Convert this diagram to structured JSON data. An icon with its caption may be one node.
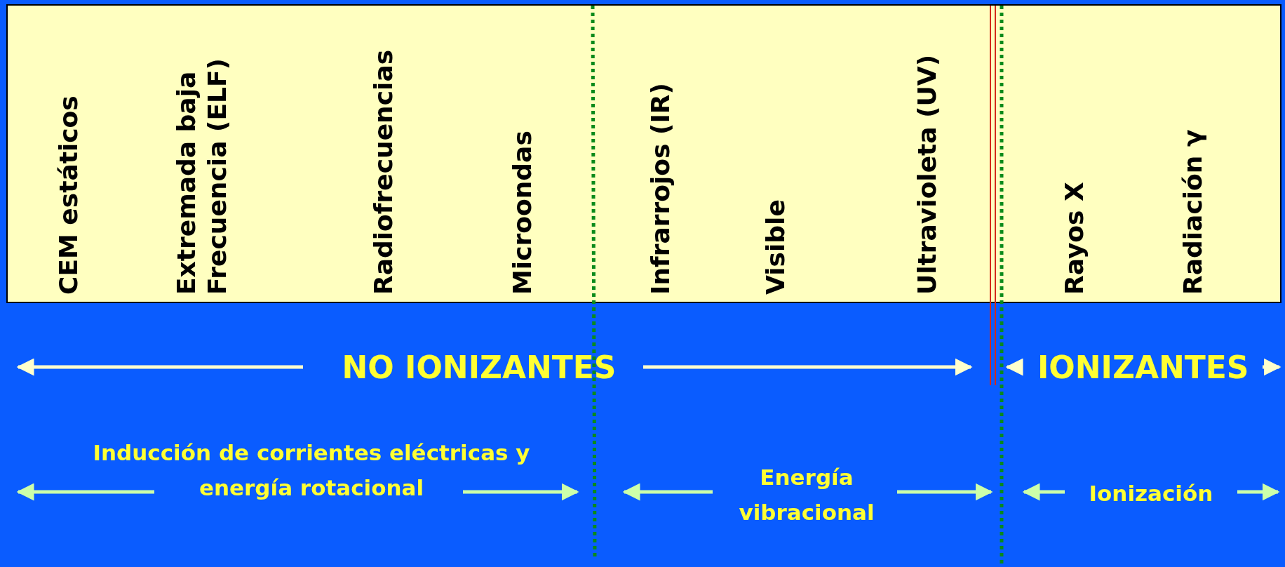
{
  "diagram": {
    "labels": [
      "CEM estáticos",
      "Extremada baja Frecuencia (ELF)",
      "Radiofrecuencias",
      "Microondas",
      "Infrarrojos (IR)",
      "Visible",
      "Ultravioleta (UV)",
      "Rayos X",
      "Radiación γ",
      "NO IONIZANTES",
      "IONIZANTES",
      "Inducción de corrientes eléctricas y energía rotacional",
      "Energía vibracional",
      "Ionización"
    ]
  }
}
